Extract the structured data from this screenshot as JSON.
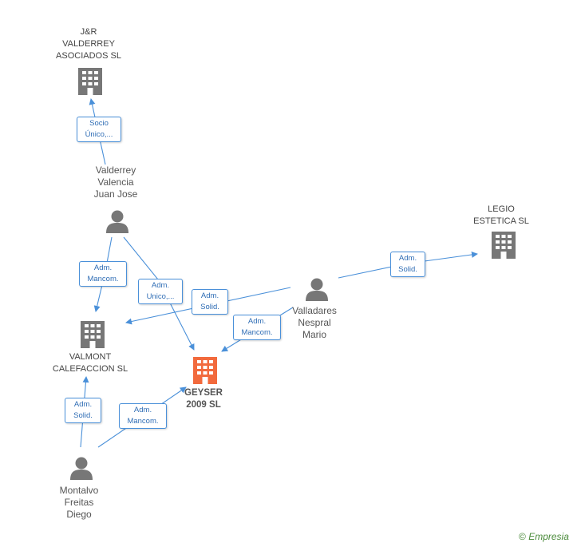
{
  "colors": {
    "company": "#777777",
    "main_company": "#f26a3d",
    "person": "#777777",
    "edge": "#4a90d9",
    "edge_text": "#2f6db5",
    "copyright": "#4a8a3a"
  },
  "companies": [
    {
      "id": "jr",
      "lines": [
        "J&R",
        "VALDERREY",
        "ASOCIADOS  SL"
      ],
      "icon": "building-icon"
    },
    {
      "id": "legio",
      "lines": [
        "LEGIO",
        "ESTETICA SL"
      ],
      "icon": "building-icon"
    },
    {
      "id": "valmont",
      "lines": [
        "VALMONT",
        "CALEFACCION SL"
      ],
      "icon": "building-icon"
    },
    {
      "id": "geyser",
      "lines": [
        "GEYSER",
        "2009 SL"
      ],
      "icon": "building-icon",
      "main": true
    }
  ],
  "persons": [
    {
      "id": "valderrey",
      "lines": [
        "Valderrey",
        "Valencia",
        "Juan Jose"
      ],
      "icon": "person-icon"
    },
    {
      "id": "valladares",
      "lines": [
        "Valladares",
        "Nespral",
        "Mario"
      ],
      "icon": "person-icon"
    },
    {
      "id": "montalvo",
      "lines": [
        "Montalvo",
        "Freitas",
        "Diego"
      ],
      "icon": "person-icon"
    }
  ],
  "edges": [
    {
      "id": "socio",
      "lines": [
        "Socio",
        "Único,..."
      ]
    },
    {
      "id": "admmanc1",
      "lines": [
        "Adm.",
        "Mancom."
      ]
    },
    {
      "id": "admunico",
      "lines": [
        "Adm.",
        "Unico,..."
      ]
    },
    {
      "id": "admsolid1",
      "lines": [
        "Adm.",
        "Solid."
      ]
    },
    {
      "id": "admmanc2",
      "lines": [
        "Adm.",
        "Mancom."
      ]
    },
    {
      "id": "admsolid2",
      "lines": [
        "Adm.",
        "Solid."
      ]
    },
    {
      "id": "admsolid3",
      "lines": [
        "Adm.",
        "Solid."
      ]
    },
    {
      "id": "admmanc3",
      "lines": [
        "Adm.",
        "Mancom."
      ]
    }
  ],
  "copyright": {
    "symbol": "©",
    "brand": "Empresia"
  }
}
